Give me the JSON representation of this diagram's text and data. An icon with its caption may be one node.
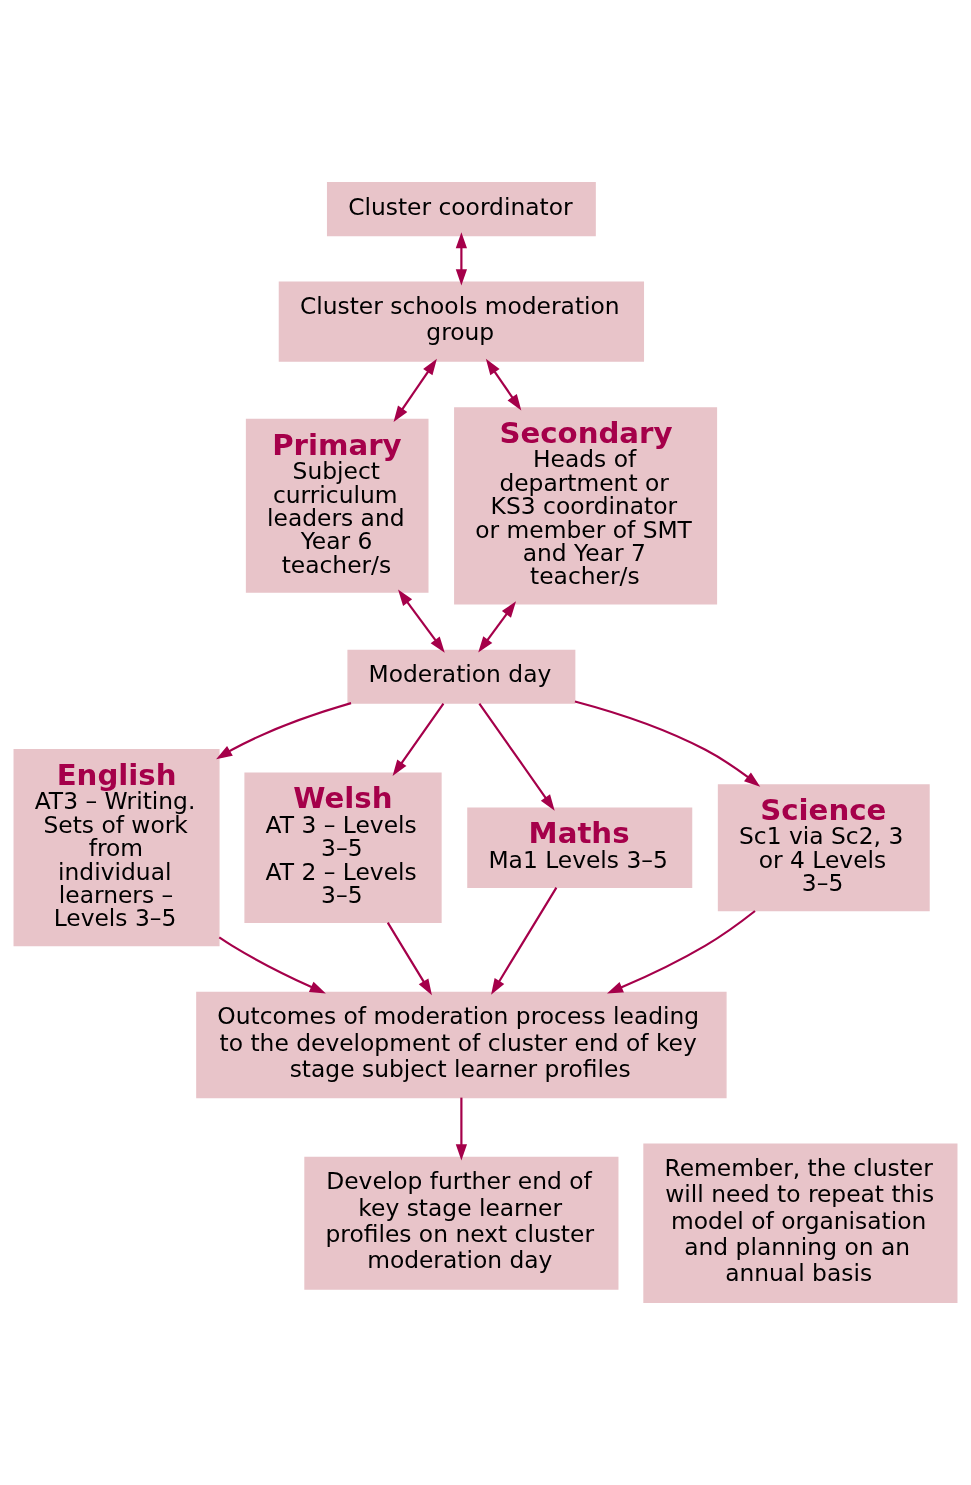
{
  "diagram": {
    "nodes": [
      {
        "text": [
          "Cluster coordinator"
        ]
      },
      {
        "text": [
          "Cluster schools moderation group"
        ]
      },
      {
        "text": [
          "Primary",
          "Subject curriculum leaders and Year 6 teacher/s"
        ]
      },
      {
        "text": [
          "Secondary",
          "Heads of department or KS3 coordinator or member of SMT and Year 7 teacher/s"
        ]
      },
      {
        "text": [
          "Moderation day"
        ]
      },
      {
        "text": [
          "English",
          "AT3 – Writing. Sets of work from individual learners – Levels 3–5"
        ]
      },
      {
        "text": [
          "Welsh",
          "AT 3 – Levels 3–5",
          "AT 2 – Levels 3–5"
        ]
      },
      {
        "text": [
          "Maths",
          "Ma1 Levels 3–5"
        ]
      },
      {
        "text": [
          "Science",
          "Sc1 via Sc2, 3 or 4 Levels 3–5"
        ]
      },
      {
        "text": [
          "Outcomes of moderation process leading to the development of cluster end of key stage subject learner profiles"
        ]
      },
      {
        "text": [
          "Develop further end of key stage learner profiles on next cluster moderation day"
        ]
      },
      {
        "text": [
          "Remember, the cluster will need to repeat this model of organisation and planning on an annual basis"
        ]
      }
    ],
    "edges": [
      {
        "from": 0,
        "to": 1,
        "arrow": "both"
      },
      {
        "from": 1,
        "to": 2,
        "arrow": "both"
      },
      {
        "from": 1,
        "to": 3,
        "arrow": "both"
      },
      {
        "from": 2,
        "to": 4,
        "arrow": "both"
      },
      {
        "from": 3,
        "to": 4,
        "arrow": "both"
      },
      {
        "from": 4,
        "to": 5,
        "arrow": "to"
      },
      {
        "from": 4,
        "to": 6,
        "arrow": "to"
      },
      {
        "from": 4,
        "to": 7,
        "arrow": "to"
      },
      {
        "from": 4,
        "to": 8,
        "arrow": "to"
      },
      {
        "from": 5,
        "to": 9,
        "arrow": "to"
      },
      {
        "from": 6,
        "to": 9,
        "arrow": "to"
      },
      {
        "from": 7,
        "to": 9,
        "arrow": "to"
      },
      {
        "from": 8,
        "to": 9,
        "arrow": "to"
      },
      {
        "from": 9,
        "to": 10,
        "arrow": "to"
      }
    ]
  }
}
